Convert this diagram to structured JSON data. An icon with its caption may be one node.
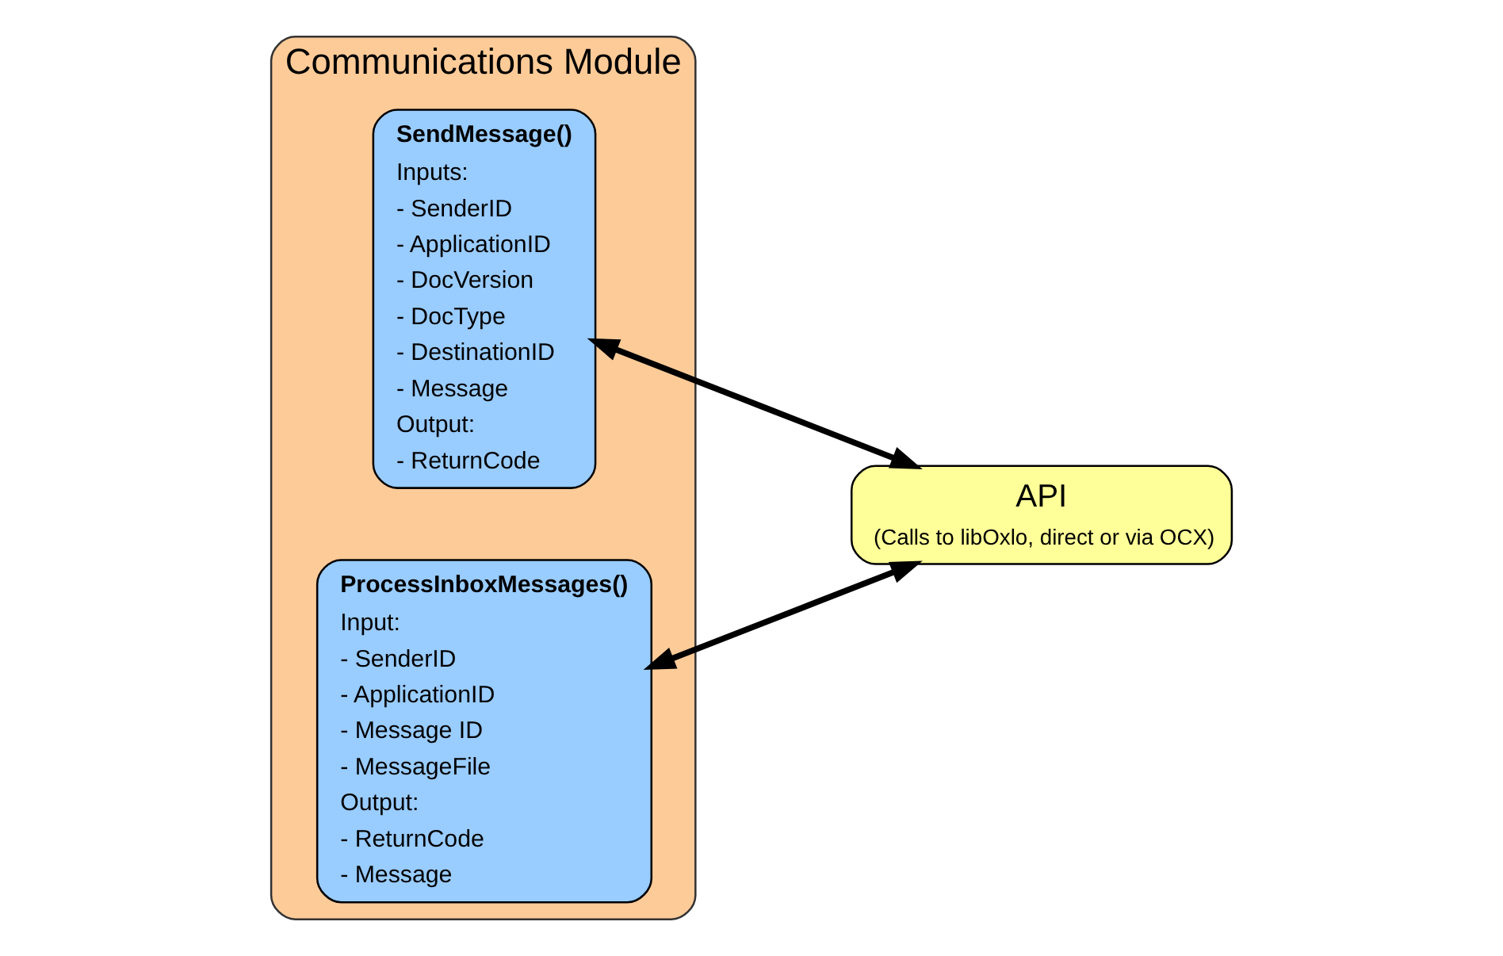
{
  "diagram": {
    "nodes": [
      {
        "text": [
          "Communications Module"
        ]
      },
      {
        "text": [
          "SendMessage()",
          "Inputs:",
          "- SenderID",
          "- ApplicationID",
          "- DocVersion",
          "- DocType",
          "- DestinationID",
          "- Message",
          "Output:",
          "- ReturnCode"
        ],
        "in": 0
      },
      {
        "text": [
          "ProcessInboxMessages()",
          "Input:",
          "- SenderID",
          "- ApplicationID",
          "- Message ID",
          "- MessageFile",
          "Output:",
          "- ReturnCode",
          "- Message"
        ],
        "in": 0
      },
      {
        "text": [
          "API",
          "(Calls to libOxlo, direct or via OCX)"
        ]
      }
    ],
    "edges": [
      {
        "from": 3,
        "to": 1,
        "arrow": "both"
      },
      {
        "from": 3,
        "to": 2,
        "arrow": "both"
      }
    ]
  }
}
